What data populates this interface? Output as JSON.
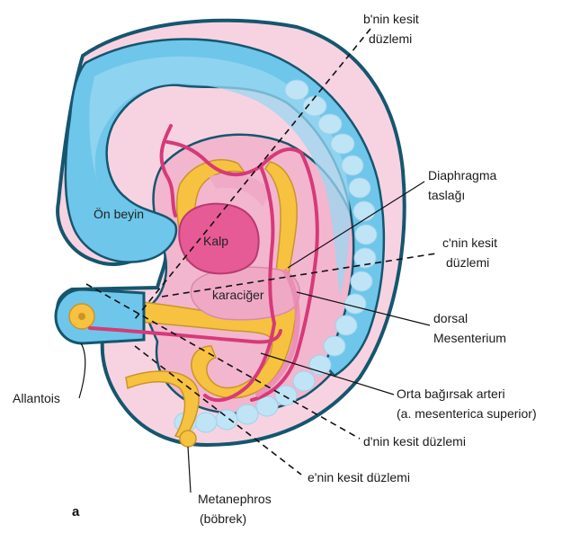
{
  "colors": {
    "outline": "#15566e",
    "brain_blue": "#6ec6ea",
    "pink_tissue": "#f3b6cf",
    "light_pink": "#f7d3e1",
    "magenta_vessel": "#d63a78",
    "heart_pink": "#e65b95",
    "yellow_gut": "#f7c23f",
    "somite_blue": "#bfe4f5"
  },
  "labels": {
    "b_plane_line1": "b'nin kesit",
    "b_plane_line2": "düzlemi",
    "diaphragma_line1": "Diaphragma",
    "diaphragma_line2": "taslağı",
    "c_plane_line1": "c'nin kesit",
    "c_plane_line2": "düzlemi",
    "dorsal_line1": "dorsal",
    "dorsal_line2": "Mesenterium",
    "orta_line1": "Orta bağırsak arteri",
    "orta_line2": "(a. mesenterica superior)",
    "d_plane": "d'nin kesit düzlemi",
    "e_plane": "e'nin kesit düzlemi",
    "allantois": "Allantois",
    "metanephros_line1": "Metanephros",
    "metanephros_line2": "(böbrek)",
    "on_beyin": "Ön beyin",
    "kalp": "Kalp",
    "karaciger": "karaciğer",
    "panel_letter": "a"
  }
}
